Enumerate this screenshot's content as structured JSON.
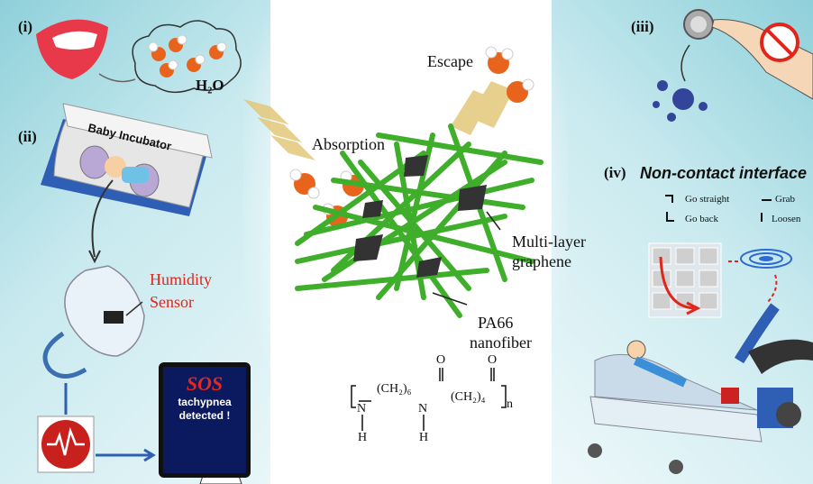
{
  "panels": {
    "i": "(i)",
    "ii": "(ii)",
    "iii": "(iii)",
    "iv": "(iv)"
  },
  "left": {
    "water_label": "H₂O",
    "incubator_label": "Baby Incubator",
    "sensor_label_1": "Humidity",
    "sensor_label_2": "Sensor",
    "sos_title": "SOS",
    "sos_line1": "tachypnea",
    "sos_line2": "detected !"
  },
  "center": {
    "escape": "Escape",
    "absorption": "Absorption",
    "graphene_1": "Multi-layer",
    "graphene_2": "graphene",
    "nanofiber_1": "PA66",
    "nanofiber_2": "nanofiber",
    "formula": {
      "ch2_6": "(CH₂)₆",
      "ch2_4": "(CH₂)₄",
      "n_sub": "n",
      "n1": "N",
      "n2": "N",
      "h1": "H",
      "h2": "H",
      "o1": "O",
      "o2": "O"
    }
  },
  "right": {
    "interface_title": "Non-contact interface",
    "legend": {
      "straight": "Go straight",
      "back": "Go back",
      "grab": "Grab",
      "loosen": "Loosen"
    }
  },
  "colors": {
    "water_o": "#e8641c",
    "fiber": "#3fae2a",
    "graphene": "#333333",
    "sensor_red": "#e0251b",
    "panel_bg": "#bfe4ea"
  }
}
